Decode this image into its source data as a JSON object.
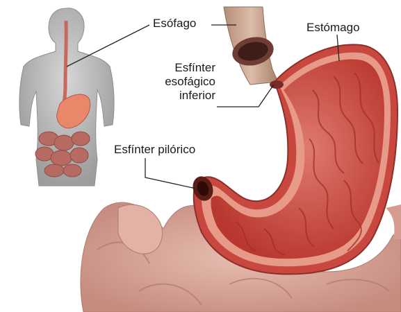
{
  "labels": {
    "esofago": "Esófago",
    "estomago": "Estómago",
    "esfinter_esofagico": [
      "Esfínter",
      "esofágico",
      "inferior"
    ],
    "esfinter_pilorico": "Esfínter pilórico"
  },
  "colors": {
    "body_gray": "#b9b9b9",
    "stomach_red": "#c8483f",
    "stomach_inner": "#d9655a",
    "intestine_pink": "#d9a79a",
    "esophagus_tan": "#c9a58f",
    "leader_line": "#222222"
  }
}
